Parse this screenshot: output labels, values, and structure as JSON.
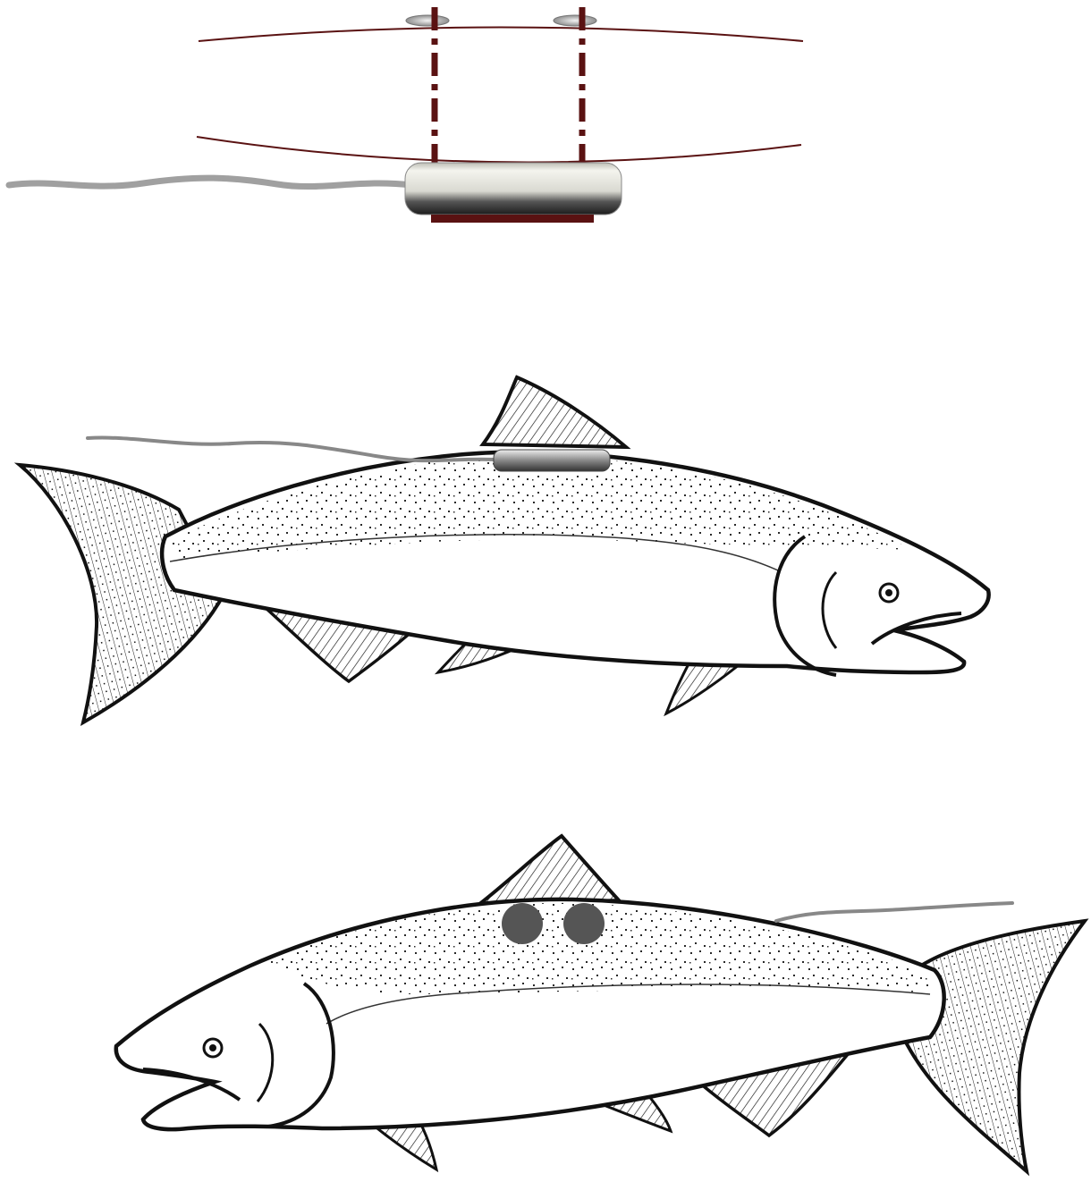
{
  "figure": {
    "panels": [
      {
        "id": "tag-attachment-detail",
        "depicts": "transmitter-with-antenna-and-wire-sutures"
      },
      {
        "id": "salmon-side-view-right",
        "depicts": "salmon-with-tag-on-dorsal-back"
      },
      {
        "id": "salmon-side-view-left",
        "depicts": "salmon-with-two-attachment-points"
      }
    ],
    "colors": {
      "wire": "#5a1212",
      "antenna": "#9a9a9a",
      "tag_body_light": "#f2f2ee",
      "tag_body_dark": "#222222",
      "backing_plate": "#5a1212",
      "attachment_point": "#555555",
      "outline": "#111111"
    },
    "icons": [
      "wire-suture",
      "transmitter-tag",
      "antenna-wire",
      "backing-plate",
      "salmon-fish",
      "attachment-point"
    ]
  }
}
